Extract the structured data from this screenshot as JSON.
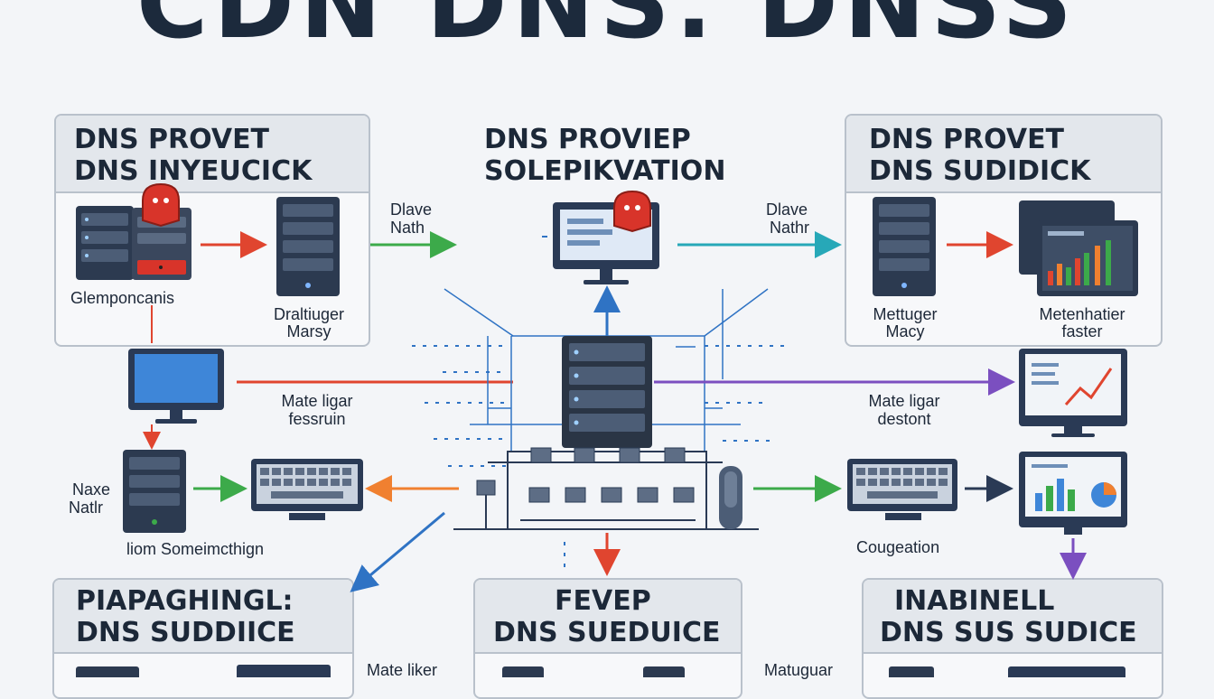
{
  "title": "CDN DNS. DNSS",
  "panels": {
    "top_left": {
      "line1": "DNS PROVET",
      "line2": "DNS INYEUCICK"
    },
    "top_center": {
      "line1": "DNS PROVIEP",
      "line2": "SOLEPIKVATION"
    },
    "top_right": {
      "line1": "DNS PROVET",
      "line2": "DNS SUDIDICK"
    },
    "bottom_left": {
      "line1": "PIAPAGHINGL:",
      "line2": "DNS SUDDIICE"
    },
    "bottom_center": {
      "line1": "FEVEP",
      "line2": "DNS SUEDUICE"
    },
    "bottom_right": {
      "line1": "INABINELL",
      "line2": "DNS SUS SUDICE"
    }
  },
  "labels": {
    "glemponcanis": "Glemponcanis",
    "draltiuger_line1": "Draltiuger",
    "draltiuger_line2": "Marsy",
    "dlave_left_line1": "Dlave",
    "dlave_left_line2": "Nath",
    "dlave_right_line1": "Dlave",
    "dlave_right_line2": "Nathr",
    "mettuger_line1": "Mettuger",
    "mettuger_line2": "Macy",
    "metenhatier_line1": "Metenhatier",
    "metenhatier_line2": "faster",
    "mate_left_line1": "Mate ligar",
    "mate_left_line2": "fessruin",
    "mate_right_line1": "Mate ligar",
    "mate_right_line2": "destont",
    "naxe_line1": "Naxe",
    "naxe_line2": "Natlr",
    "liom": "liom Someimcthign",
    "cougeation": "Cougeation",
    "mate_likker": "Mate liker",
    "matuguar": "Matuguar"
  },
  "colors": {
    "red": "#e0452f",
    "green": "#3caa4a",
    "teal": "#27a8b8",
    "blue": "#2f73c4",
    "purple": "#7b4fc0",
    "orange": "#f08030",
    "navy": "#2a3a55",
    "alert": "#d8342a"
  },
  "icons": [
    "server-icon",
    "alert-badge-icon",
    "monitor-icon",
    "keyboard-icon",
    "dashboard-icon",
    "network-hub-icon",
    "barrier-icon"
  ]
}
